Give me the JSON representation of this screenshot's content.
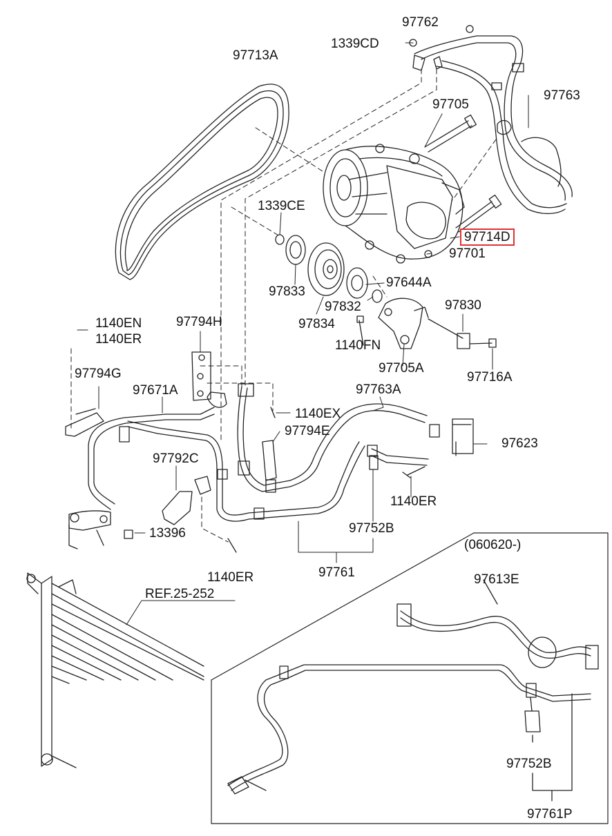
{
  "diagram": {
    "highlight_color": "#e0312e",
    "labels": {
      "p97762": "97762",
      "p1339CD": "1339CD",
      "p97713A": "97713A",
      "p97763": "97763",
      "p97705": "97705",
      "p1339CE": "1339CE",
      "p97714D": "97714D",
      "p97701": "97701",
      "p97833": "97833",
      "p97644A": "97644A",
      "p97832": "97832",
      "p97830": "97830",
      "p97834": "97834",
      "p1140EN": "1140EN",
      "p1140ER_a": "1140ER",
      "p97794H": "97794H",
      "p1140FN": "1140FN",
      "p97705A": "97705A",
      "p97716A": "97716A",
      "p97794G": "97794G",
      "p97671A": "97671A",
      "p97763A": "97763A",
      "p1140EX": "1140EX",
      "p97794E": "97794E",
      "p97623": "97623",
      "p97792C": "97792C",
      "p1140ER_b": "1140ER",
      "p13396": "13396",
      "p97752B_a": "97752B",
      "p1140ER_c": "1140ER",
      "p97761": "97761",
      "pRef": "REF.25-252",
      "pDate": "(060620-)",
      "p97613E": "97613E",
      "p97752B_b": "97752B",
      "p97761P": "97761P"
    }
  }
}
